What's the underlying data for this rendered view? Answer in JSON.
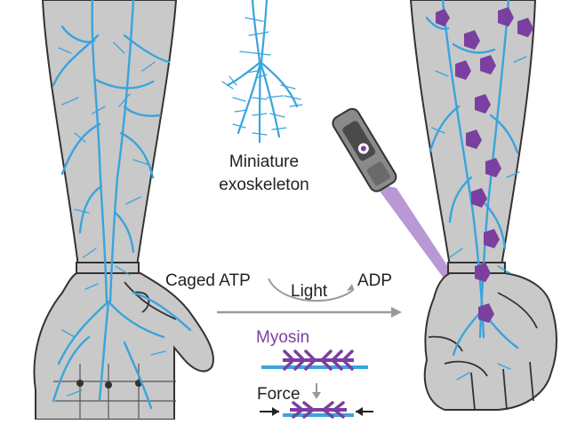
{
  "exoskeleton": {
    "line1": "Miniature",
    "line2": "exoskeleton"
  },
  "reaction": {
    "reactant": "Caged ATP",
    "catalyst": "Light",
    "product": "ADP"
  },
  "myosin": {
    "label": "Myosin",
    "force_label": "Force"
  },
  "colors": {
    "skin": "#c9c9c9",
    "outline": "#333333",
    "vein": "#3aa4dc",
    "myosin": "#7b3fa0",
    "laser": "#9b6cc4",
    "arrow": "#9a9a9a"
  }
}
